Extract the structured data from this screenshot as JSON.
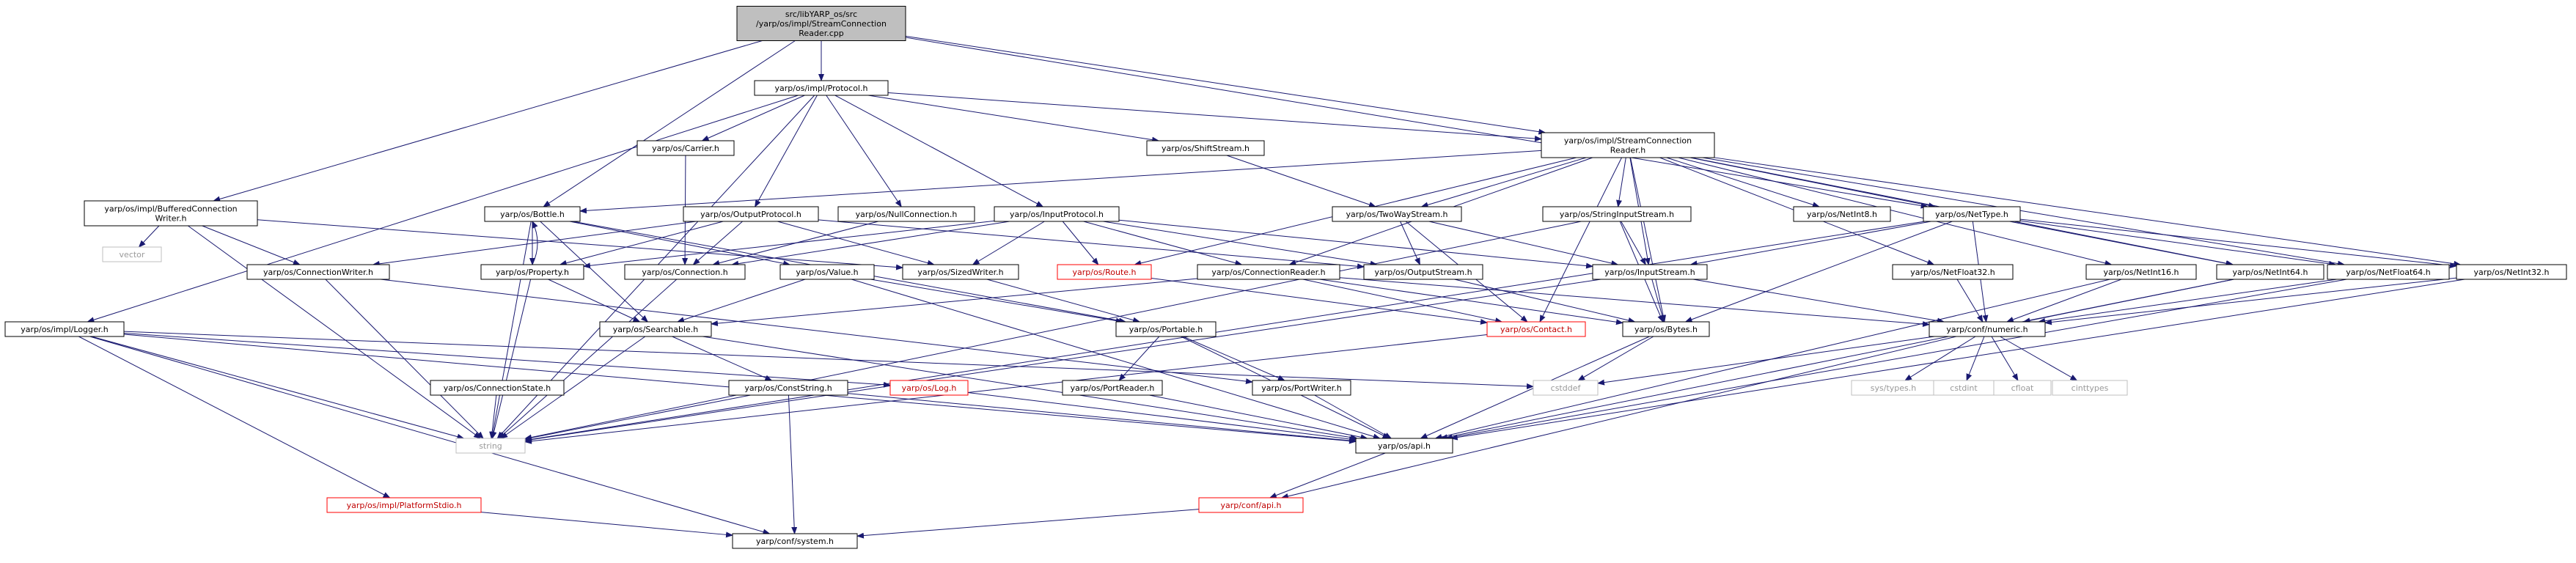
{
  "diagram": {
    "colors": {
      "edge": "#191970",
      "node_fill": "#ffffff",
      "node_border": "#000000",
      "root_fill": "#bfbfbf",
      "missing_border": "#bfbfbf",
      "missing_text": "#9a9a9a",
      "linked_border": "#ff0000",
      "linked_text": "#c00000",
      "text": "#000000"
    },
    "nodes": [
      {
        "id": "root",
        "lines": [
          "src/libYARP_os/src",
          "/yarp/os/impl/StreamConnection",
          "Reader.cpp"
        ],
        "kind": "root"
      },
      {
        "id": "protocol",
        "lines": [
          "yarp/os/impl/Protocol.h"
        ],
        "kind": "normal"
      },
      {
        "id": "scr",
        "lines": [
          "yarp/os/impl/StreamConnection",
          "Reader.h"
        ],
        "kind": "normal"
      },
      {
        "id": "bufwriter",
        "lines": [
          "yarp/os/impl/BufferedConnection",
          "Writer.h"
        ],
        "kind": "normal"
      },
      {
        "id": "carrier",
        "lines": [
          "yarp/os/Carrier.h"
        ],
        "kind": "normal"
      },
      {
        "id": "shiftstream",
        "lines": [
          "yarp/os/ShiftStream.h"
        ],
        "kind": "normal"
      },
      {
        "id": "bottle",
        "lines": [
          "yarp/os/Bottle.h"
        ],
        "kind": "normal"
      },
      {
        "id": "outputprotocol",
        "lines": [
          "yarp/os/OutputProtocol.h"
        ],
        "kind": "normal"
      },
      {
        "id": "nullconn",
        "lines": [
          "yarp/os/NullConnection.h"
        ],
        "kind": "normal"
      },
      {
        "id": "inputprotocol",
        "lines": [
          "yarp/os/InputProtocol.h"
        ],
        "kind": "normal"
      },
      {
        "id": "twowaystream",
        "lines": [
          "yarp/os/TwoWayStream.h"
        ],
        "kind": "normal"
      },
      {
        "id": "stringinputstream",
        "lines": [
          "yarp/os/StringInputStream.h"
        ],
        "kind": "normal"
      },
      {
        "id": "netint8",
        "lines": [
          "yarp/os/NetInt8.h"
        ],
        "kind": "normal"
      },
      {
        "id": "nettype",
        "lines": [
          "yarp/os/NetType.h"
        ],
        "kind": "normal"
      },
      {
        "id": "vector",
        "lines": [
          "vector"
        ],
        "kind": "missing"
      },
      {
        "id": "connwriter",
        "lines": [
          "yarp/os/ConnectionWriter.h"
        ],
        "kind": "normal"
      },
      {
        "id": "property",
        "lines": [
          "yarp/os/Property.h"
        ],
        "kind": "normal"
      },
      {
        "id": "connection",
        "lines": [
          "yarp/os/Connection.h"
        ],
        "kind": "normal"
      },
      {
        "id": "value",
        "lines": [
          "yarp/os/Value.h"
        ],
        "kind": "normal"
      },
      {
        "id": "sizedwriter",
        "lines": [
          "yarp/os/SizedWriter.h"
        ],
        "kind": "normal"
      },
      {
        "id": "route",
        "lines": [
          "yarp/os/Route.h"
        ],
        "kind": "linked"
      },
      {
        "id": "connreader",
        "lines": [
          "yarp/os/ConnectionReader.h"
        ],
        "kind": "normal"
      },
      {
        "id": "outputstream",
        "lines": [
          "yarp/os/OutputStream.h"
        ],
        "kind": "normal"
      },
      {
        "id": "inputstream",
        "lines": [
          "yarp/os/InputStream.h"
        ],
        "kind": "normal"
      },
      {
        "id": "netfloat32",
        "lines": [
          "yarp/os/NetFloat32.h"
        ],
        "kind": "normal"
      },
      {
        "id": "netint16",
        "lines": [
          "yarp/os/NetInt16.h"
        ],
        "kind": "normal"
      },
      {
        "id": "netint64",
        "lines": [
          "yarp/os/NetInt64.h"
        ],
        "kind": "normal"
      },
      {
        "id": "netfloat64",
        "lines": [
          "yarp/os/NetFloat64.h"
        ],
        "kind": "normal"
      },
      {
        "id": "netint32",
        "lines": [
          "yarp/os/NetInt32.h"
        ],
        "kind": "normal"
      },
      {
        "id": "logger",
        "lines": [
          "yarp/os/impl/Logger.h"
        ],
        "kind": "normal"
      },
      {
        "id": "searchable",
        "lines": [
          "yarp/os/Searchable.h"
        ],
        "kind": "normal"
      },
      {
        "id": "portable",
        "lines": [
          "yarp/os/Portable.h"
        ],
        "kind": "normal"
      },
      {
        "id": "contact",
        "lines": [
          "yarp/os/Contact.h"
        ],
        "kind": "linked"
      },
      {
        "id": "bytes",
        "lines": [
          "yarp/os/Bytes.h"
        ],
        "kind": "normal"
      },
      {
        "id": "confnumeric",
        "lines": [
          "yarp/conf/numeric.h"
        ],
        "kind": "normal"
      },
      {
        "id": "connstate",
        "lines": [
          "yarp/os/ConnectionState.h"
        ],
        "kind": "normal"
      },
      {
        "id": "conststring",
        "lines": [
          "yarp/os/ConstString.h"
        ],
        "kind": "normal"
      },
      {
        "id": "log",
        "lines": [
          "yarp/os/Log.h"
        ],
        "kind": "linked"
      },
      {
        "id": "portreader",
        "lines": [
          "yarp/os/PortReader.h"
        ],
        "kind": "normal"
      },
      {
        "id": "portwriter",
        "lines": [
          "yarp/os/PortWriter.h"
        ],
        "kind": "normal"
      },
      {
        "id": "cstddef",
        "lines": [
          "cstddef"
        ],
        "kind": "missing"
      },
      {
        "id": "systypes",
        "lines": [
          "sys/types.h"
        ],
        "kind": "missing"
      },
      {
        "id": "cstdint",
        "lines": [
          "cstdint"
        ],
        "kind": "missing"
      },
      {
        "id": "cfloat",
        "lines": [
          "cfloat"
        ],
        "kind": "missing"
      },
      {
        "id": "cinttypes",
        "lines": [
          "cinttypes"
        ],
        "kind": "missing"
      },
      {
        "id": "string",
        "lines": [
          "string"
        ],
        "kind": "missing"
      },
      {
        "id": "osapi",
        "lines": [
          "yarp/os/api.h"
        ],
        "kind": "normal"
      },
      {
        "id": "platformstdio",
        "lines": [
          "yarp/os/impl/PlatformStdio.h"
        ],
        "kind": "linked"
      },
      {
        "id": "confapi",
        "lines": [
          "yarp/conf/api.h"
        ],
        "kind": "linked"
      },
      {
        "id": "confsystem",
        "lines": [
          "yarp/conf/system.h"
        ],
        "kind": "normal"
      }
    ],
    "edges": [
      [
        "root",
        "protocol"
      ],
      [
        "root",
        "scr"
      ],
      [
        "root",
        "bufwriter"
      ],
      [
        "root",
        "bottle"
      ],
      [
        "root",
        "nettype"
      ],
      [
        "protocol",
        "scr"
      ],
      [
        "protocol",
        "carrier"
      ],
      [
        "protocol",
        "shiftstream"
      ],
      [
        "protocol",
        "outputprotocol"
      ],
      [
        "protocol",
        "nullconn"
      ],
      [
        "protocol",
        "inputprotocol"
      ],
      [
        "protocol",
        "logger"
      ],
      [
        "protocol",
        "string"
      ],
      [
        "scr",
        "bottle"
      ],
      [
        "scr",
        "twowaystream"
      ],
      [
        "scr",
        "stringinputstream"
      ],
      [
        "scr",
        "netint8"
      ],
      [
        "scr",
        "nettype"
      ],
      [
        "scr",
        "connreader"
      ],
      [
        "scr",
        "route"
      ],
      [
        "scr",
        "inputstream"
      ],
      [
        "scr",
        "netfloat32"
      ],
      [
        "scr",
        "netint16"
      ],
      [
        "scr",
        "netint64"
      ],
      [
        "scr",
        "netfloat64"
      ],
      [
        "scr",
        "netint32"
      ],
      [
        "scr",
        "contact"
      ],
      [
        "scr",
        "bytes"
      ],
      [
        "bufwriter",
        "vector"
      ],
      [
        "bufwriter",
        "connwriter"
      ],
      [
        "bufwriter",
        "sizedwriter"
      ],
      [
        "bufwriter",
        "string"
      ],
      [
        "carrier",
        "connection"
      ],
      [
        "shiftstream",
        "twowaystream"
      ],
      [
        "bottle",
        "property"
      ],
      [
        "bottle",
        "searchable"
      ],
      [
        "bottle",
        "value"
      ],
      [
        "bottle",
        "portable"
      ],
      [
        "bottle",
        "string"
      ],
      [
        "outputprotocol",
        "property"
      ],
      [
        "outputprotocol",
        "connection"
      ],
      [
        "outputprotocol",
        "sizedwriter"
      ],
      [
        "outputprotocol",
        "outputstream"
      ],
      [
        "outputprotocol",
        "connwriter"
      ],
      [
        "nullconn",
        "connection"
      ],
      [
        "inputprotocol",
        "connection"
      ],
      [
        "inputprotocol",
        "connreader"
      ],
      [
        "inputprotocol",
        "route"
      ],
      [
        "inputprotocol",
        "inputstream"
      ],
      [
        "inputprotocol",
        "property"
      ],
      [
        "inputprotocol",
        "sizedwriter"
      ],
      [
        "inputprotocol",
        "outputstream"
      ],
      [
        "twowaystream",
        "outputstream"
      ],
      [
        "twowaystream",
        "inputstream"
      ],
      [
        "twowaystream",
        "contact"
      ],
      [
        "stringinputstream",
        "inputstream"
      ],
      [
        "stringinputstream",
        "bytes"
      ],
      [
        "stringinputstream",
        "string"
      ],
      [
        "nettype",
        "inputstream"
      ],
      [
        "nettype",
        "bytes"
      ],
      [
        "nettype",
        "confnumeric"
      ],
      [
        "nettype",
        "netint32"
      ],
      [
        "nettype",
        "netint64"
      ],
      [
        "nettype",
        "netfloat64"
      ],
      [
        "nettype",
        "string"
      ],
      [
        "connwriter",
        "portwriter"
      ],
      [
        "connwriter",
        "string"
      ],
      [
        "property",
        "bottle"
      ],
      [
        "property",
        "searchable"
      ],
      [
        "property",
        "string"
      ],
      [
        "connection",
        "string"
      ],
      [
        "value",
        "searchable"
      ],
      [
        "value",
        "portable"
      ],
      [
        "value",
        "osapi"
      ],
      [
        "sizedwriter",
        "portable"
      ],
      [
        "route",
        "contact"
      ],
      [
        "connreader",
        "searchable"
      ],
      [
        "connreader",
        "bytes"
      ],
      [
        "connreader",
        "confnumeric"
      ],
      [
        "connreader",
        "contact"
      ],
      [
        "outputstream",
        "bytes"
      ],
      [
        "inputstream",
        "bytes"
      ],
      [
        "inputstream",
        "confnumeric"
      ],
      [
        "inputstream",
        "string"
      ],
      [
        "netfloat32",
        "confnumeric"
      ],
      [
        "netint16",
        "confnumeric"
      ],
      [
        "netint16",
        "osapi"
      ],
      [
        "netint64",
        "confnumeric"
      ],
      [
        "netint64",
        "osapi"
      ],
      [
        "netfloat64",
        "confnumeric"
      ],
      [
        "netfloat64",
        "osapi"
      ],
      [
        "netint32",
        "confnumeric"
      ],
      [
        "netint32",
        "osapi"
      ],
      [
        "logger",
        "log"
      ],
      [
        "logger",
        "string"
      ],
      [
        "logger",
        "platformstdio"
      ],
      [
        "logger",
        "confsystem"
      ],
      [
        "logger",
        "cstddef"
      ],
      [
        "logger",
        "osapi"
      ],
      [
        "searchable",
        "conststring"
      ],
      [
        "searchable",
        "string"
      ],
      [
        "searchable",
        "osapi"
      ],
      [
        "portable",
        "portreader"
      ],
      [
        "portable",
        "portwriter"
      ],
      [
        "portable",
        "osapi"
      ],
      [
        "contact",
        "string"
      ],
      [
        "bytes",
        "cstddef"
      ],
      [
        "bytes",
        "osapi"
      ],
      [
        "confnumeric",
        "systypes"
      ],
      [
        "confnumeric",
        "cstdint"
      ],
      [
        "confnumeric",
        "cfloat"
      ],
      [
        "confnumeric",
        "cinttypes"
      ],
      [
        "confnumeric",
        "cstddef"
      ],
      [
        "confnumeric",
        "confapi"
      ],
      [
        "connstate",
        "string"
      ],
      [
        "conststring",
        "string"
      ],
      [
        "conststring",
        "confsystem"
      ],
      [
        "conststring",
        "osapi"
      ],
      [
        "log",
        "osapi"
      ],
      [
        "portreader",
        "osapi"
      ],
      [
        "portwriter",
        "osapi"
      ],
      [
        "osapi",
        "confapi"
      ],
      [
        "confapi",
        "confsystem"
      ],
      [
        "platformstdio",
        "confsystem"
      ]
    ]
  }
}
